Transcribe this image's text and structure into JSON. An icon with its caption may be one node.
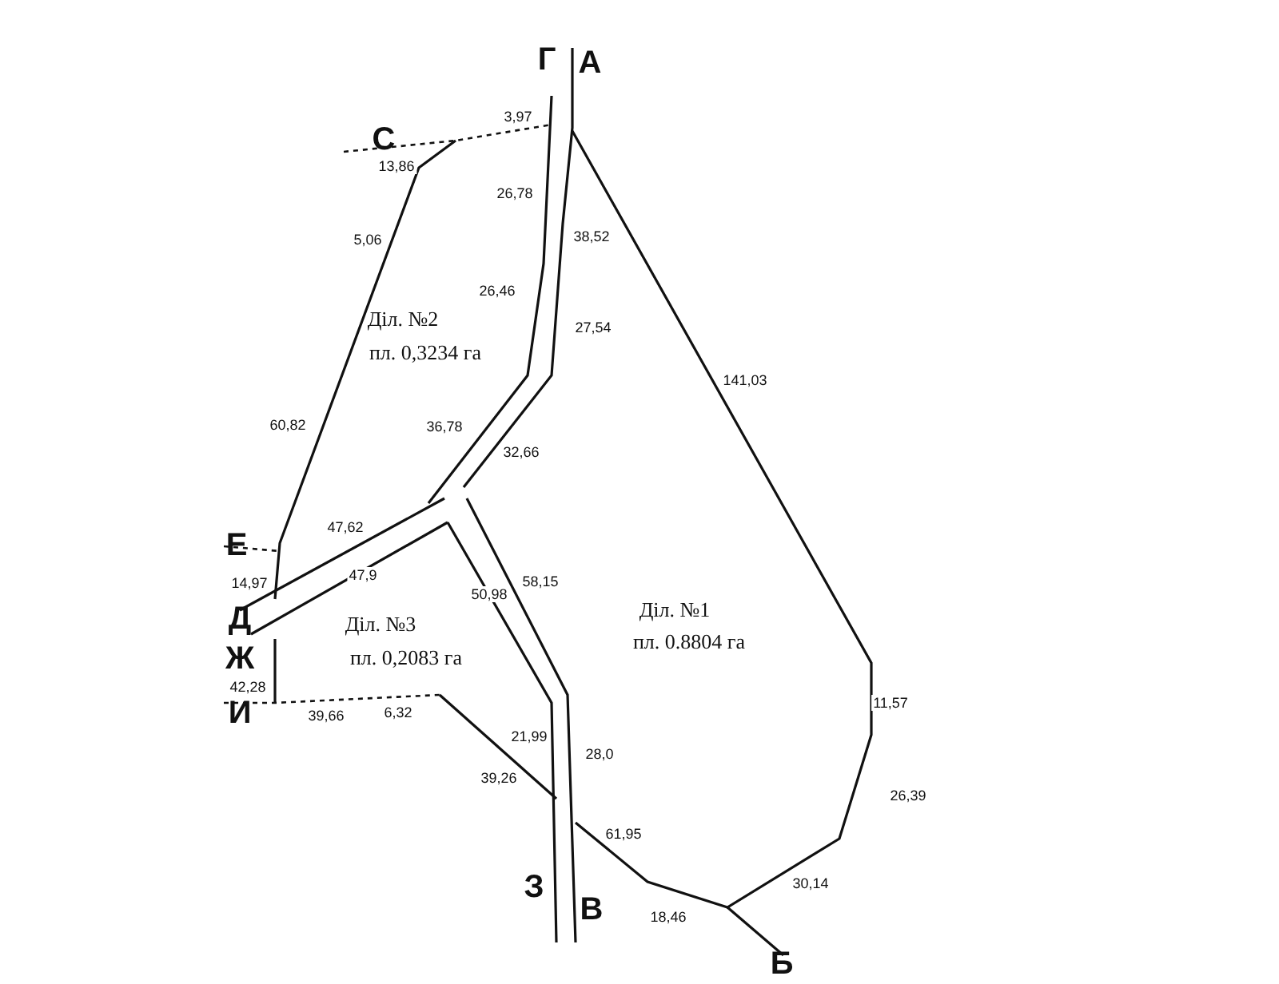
{
  "diagram": {
    "labels": [
      "Г",
      "А",
      "С",
      "3,97",
      "13,86",
      "26,78",
      "5,06",
      "38,52",
      "26,46",
      "27,54",
      "Діл. №2",
      "пл. 0,3234 га",
      "141,03",
      "60,82",
      "36,78",
      "32,66",
      "Е",
      "47,62",
      "14,97",
      "47,9",
      "50,98",
      "58,15",
      "Діл. №1",
      "пл. 0.8804 га",
      "Д",
      "Діл. №3",
      "Ж",
      "пл. 0,2083 га",
      "42,28",
      "11,57",
      "И",
      "39,66",
      "6,32",
      "21,99",
      "28,0",
      "39,26",
      "61,95",
      "26,39",
      "30,14",
      "З",
      "В",
      "18,46",
      "Б"
    ]
  }
}
